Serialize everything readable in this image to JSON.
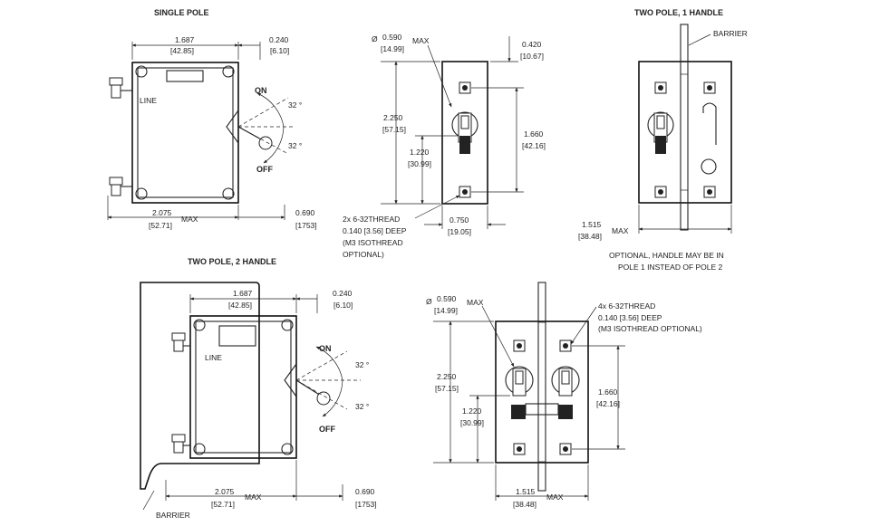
{
  "views": {
    "single_pole": {
      "title": "SINGLE POLE",
      "width_in": "1.687",
      "width_mm": "[42.85]",
      "handle_in": "0.240",
      "handle_mm": "[6.10]",
      "on": "ON",
      "off": "OFF",
      "line": "LINE",
      "angle_top": "32 °",
      "angle_bottom": "32 °",
      "overall_in": "2.075",
      "overall_mm": "[52.71]",
      "max": "MAX",
      "behind_in": "0.690",
      "behind_mm": "[1753]"
    },
    "front_single": {
      "dia_symbol": "Ø",
      "dia_in": "0.590",
      "dia_mm": "[14.99]",
      "max": "MAX",
      "top_in": "0.420",
      "top_mm": "[10.67]",
      "height_in": "2.250",
      "height_mm": "[57.15]",
      "center_in": "1.220",
      "center_mm": "[30.99]",
      "spacing_in": "1.660",
      "spacing_mm": "[42.16]",
      "thread_1": "2x 6-32THREAD",
      "thread_2": "0.140 [3.56] DEEP",
      "thread_3": "(M3 ISOTHREAD",
      "thread_4": "OPTIONAL)",
      "width_in": "0.750",
      "width_mm": "[19.05]"
    },
    "two_pole_one_handle": {
      "title": "TWO POLE, 1 HANDLE",
      "barrier": "BARRIER",
      "width_in": "1.515",
      "width_mm": "[38.48]",
      "max": "MAX",
      "note_1": "OPTIONAL, HANDLE MAY BE IN",
      "note_2": "POLE 1 INSTEAD OF POLE 2"
    },
    "two_pole_two_handle": {
      "title": "TWO POLE, 2 HANDLE",
      "width_in": "1.687",
      "width_mm": "[42.85]",
      "handle_in": "0.240",
      "handle_mm": "[6.10]",
      "on": "ON",
      "off": "OFF",
      "line": "LINE",
      "angle_top": "32 °",
      "angle_bottom": "32 °",
      "overall_in": "2.075",
      "overall_mm": "[52.71]",
      "max": "MAX",
      "behind_in": "0.690",
      "behind_mm": "[1753]",
      "barrier": "BARRIER"
    },
    "front_double": {
      "dia_symbol": "Ø",
      "dia_in": "0.590",
      "dia_mm": "[14.99]",
      "max": "MAX",
      "thread_1": "4x 6-32THREAD",
      "thread_2": "0.140 [3.56] DEEP",
      "thread_3": "(M3 ISOTHREAD OPTIONAL)",
      "height_in": "2.250",
      "height_mm": "[57.15]",
      "center_in": "1.220",
      "center_mm": "[30.99]",
      "spacing_in": "1.660",
      "spacing_mm": "[42.16]",
      "width_in": "1.515",
      "width_mm": "[38.48]",
      "max2": "MAX"
    }
  }
}
